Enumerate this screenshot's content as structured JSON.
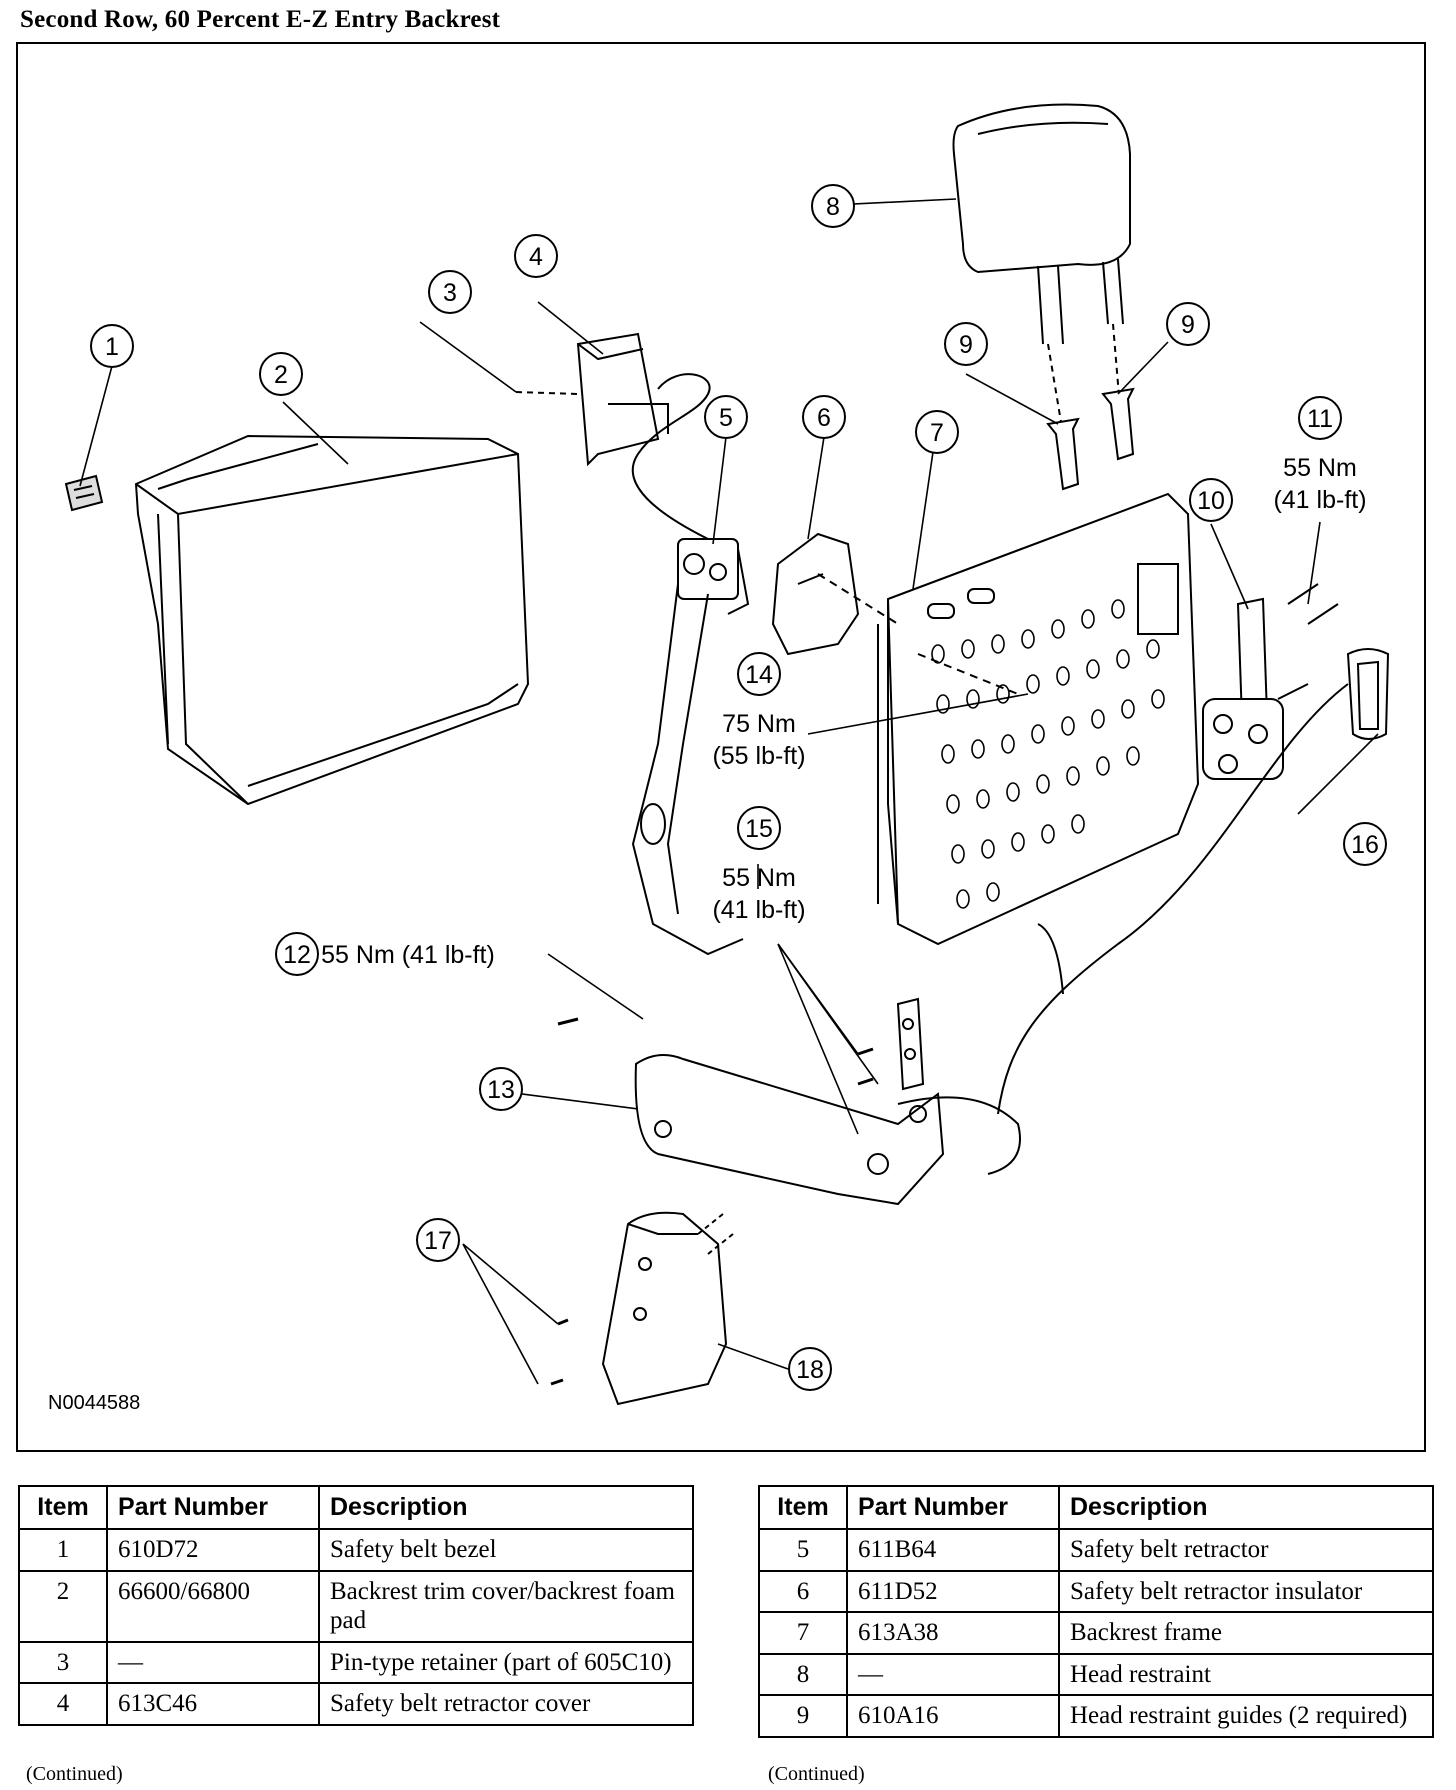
{
  "title": "Second Row, 60 Percent E-Z Entry Backrest",
  "diagram": {
    "drawing_id": "N0044588",
    "callouts": [
      {
        "num": "1"
      },
      {
        "num": "2"
      },
      {
        "num": "3"
      },
      {
        "num": "4"
      },
      {
        "num": "5"
      },
      {
        "num": "6"
      },
      {
        "num": "7"
      },
      {
        "num": "8"
      },
      {
        "num": "9"
      },
      {
        "num": "9"
      },
      {
        "num": "10"
      },
      {
        "num": "11"
      },
      {
        "num": "12"
      },
      {
        "num": "13"
      },
      {
        "num": "14"
      },
      {
        "num": "15"
      },
      {
        "num": "16"
      },
      {
        "num": "17"
      },
      {
        "num": "18"
      }
    ],
    "torques": {
      "t11_a": "55 Nm",
      "t11_b": "(41 lb-ft)",
      "t12": "55 Nm (41 lb-ft)",
      "t14_a": "75 Nm",
      "t14_b": "(55 lb-ft)",
      "t15_a": "55 Nm",
      "t15_b": "(41 lb-ft)"
    }
  },
  "table_headers": {
    "item": "Item",
    "part": "Part Number",
    "desc": "Description"
  },
  "table_left": [
    {
      "item": "1",
      "part": "610D72",
      "desc": "Safety belt bezel"
    },
    {
      "item": "2",
      "part": "66600/66800",
      "desc": "Backrest trim cover/backrest foam pad"
    },
    {
      "item": "3",
      "part": "—",
      "desc": "Pin-type retainer (part of 605C10)"
    },
    {
      "item": "4",
      "part": "613C46",
      "desc": "Safety belt retractor cover"
    }
  ],
  "table_right": [
    {
      "item": "5",
      "part": "611B64",
      "desc": "Safety belt retractor"
    },
    {
      "item": "6",
      "part": "611D52",
      "desc": "Safety belt retractor insulator"
    },
    {
      "item": "7",
      "part": "613A38",
      "desc": "Backrest frame"
    },
    {
      "item": "8",
      "part": "—",
      "desc": "Head restraint"
    },
    {
      "item": "9",
      "part": "610A16",
      "desc": "Head restraint guides (2 required)"
    }
  ],
  "continued": "(Continued)"
}
